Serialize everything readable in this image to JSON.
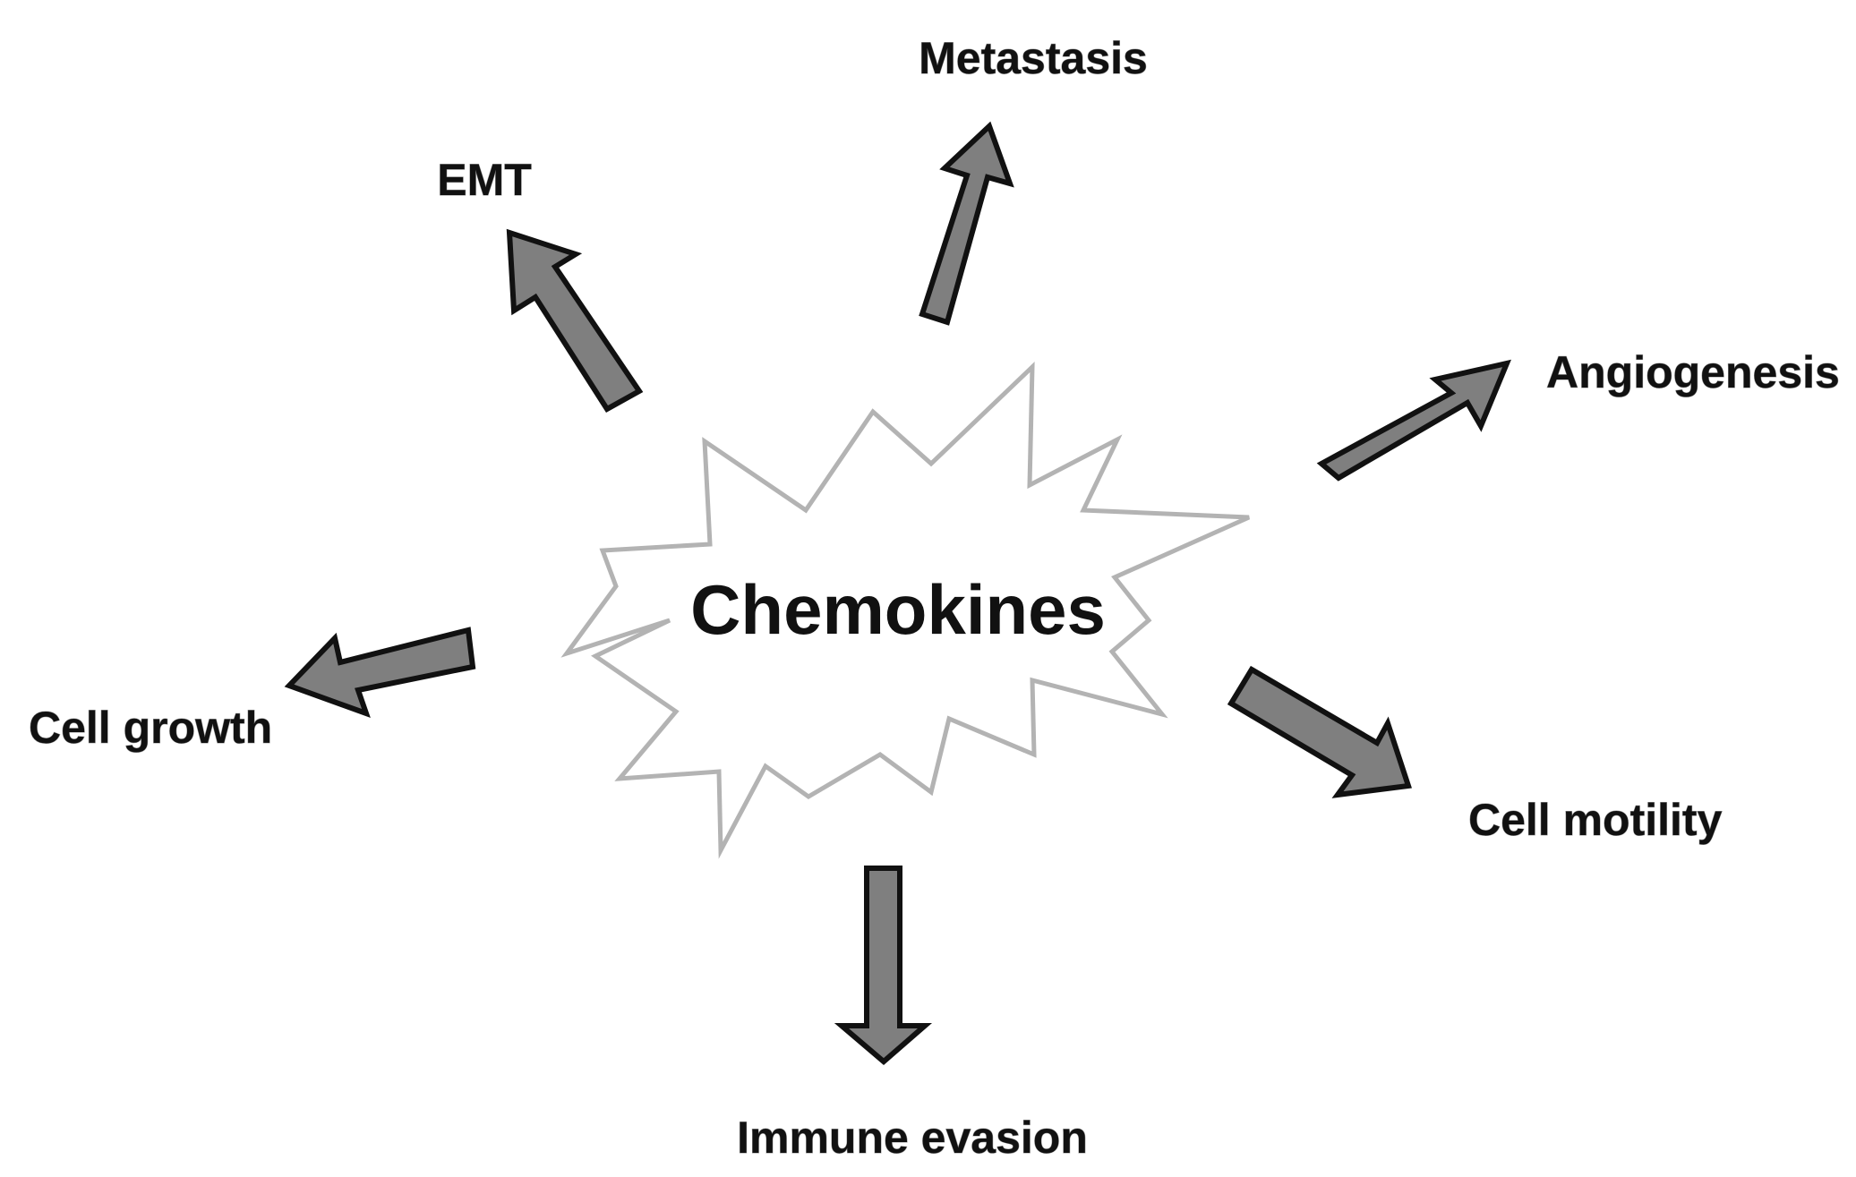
{
  "center": {
    "label": "Chemokines"
  },
  "outcomes": {
    "metastasis": "Metastasis",
    "emt": "EMT",
    "angiogenesis": "Angiogenesis",
    "cell_growth": "Cell growth",
    "cell_motility": "Cell motility",
    "immune_evasion": "Immune evasion"
  },
  "colors": {
    "arrow_fill": "#7f7f7f",
    "arrow_outline": "#111111",
    "burst_outline": "#b3b3b3",
    "text": "#111111"
  }
}
